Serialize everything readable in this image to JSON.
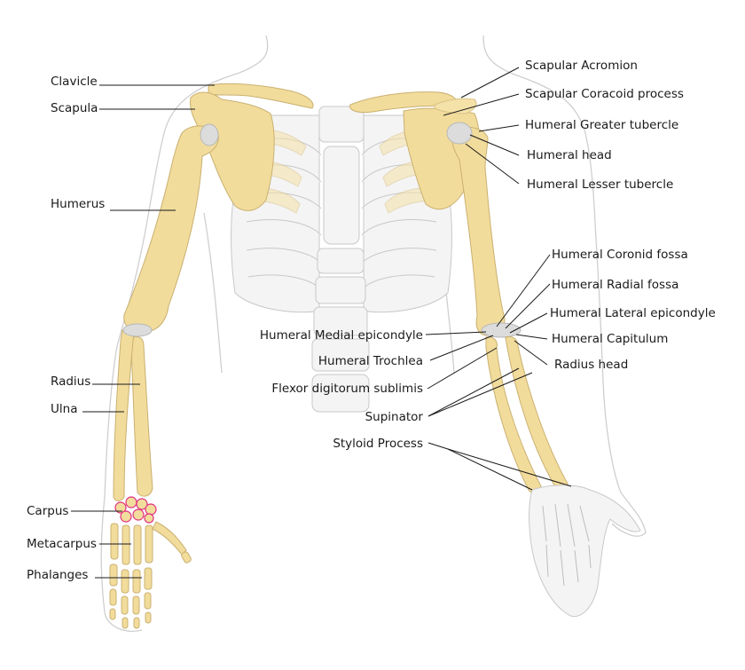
{
  "diagram": {
    "labels_left": [
      {
        "id": "clavicle",
        "text": "Clavicle"
      },
      {
        "id": "scapula",
        "text": "Scapula"
      },
      {
        "id": "humerus",
        "text": "Humerus"
      },
      {
        "id": "radius",
        "text": "Radius"
      },
      {
        "id": "ulna",
        "text": "Ulna"
      },
      {
        "id": "carpus",
        "text": "Carpus"
      },
      {
        "id": "metacarpus",
        "text": "Metacarpus"
      },
      {
        "id": "phalanges",
        "text": "Phalanges"
      }
    ],
    "labels_right": [
      {
        "id": "scapular-acromion",
        "text": "Scapular Acromion"
      },
      {
        "id": "scapular-coracoid",
        "text": "Scapular Coracoid process"
      },
      {
        "id": "humeral-greater-tubercle",
        "text": "Humeral Greater tubercle"
      },
      {
        "id": "humeral-head",
        "text": "Humeral head"
      },
      {
        "id": "humeral-lesser-tubercle",
        "text": "Humeral Lesser tubercle"
      },
      {
        "id": "humeral-coronid-fossa",
        "text": "Humeral Coronid fossa"
      },
      {
        "id": "humeral-radial-fossa",
        "text": "Humeral Radial fossa"
      },
      {
        "id": "humeral-lateral-epicondyle",
        "text": "Humeral Lateral epicondyle"
      },
      {
        "id": "humeral-capitulum",
        "text": "Humeral Capitulum"
      },
      {
        "id": "radius-head",
        "text": "Radius head"
      }
    ],
    "labels_center": [
      {
        "id": "humeral-medial-epicondyle",
        "text": "Humeral Medial epicondyle"
      },
      {
        "id": "humeral-trochlea",
        "text": "Humeral Trochlea"
      },
      {
        "id": "flexor-digitorum",
        "text": "Flexor digitorum sublimis"
      },
      {
        "id": "supinator",
        "text": "Supinator"
      },
      {
        "id": "styloid-process",
        "text": "Styloid Process"
      }
    ]
  },
  "colors": {
    "bone": "#f2dc9c",
    "outline_clavicle": "#4a6fd0",
    "outline_scapula": "#5fc85a",
    "outline_humerus": "#e03030",
    "outline_radius": "#c040c0",
    "outline_ulna": "#5ac8c8",
    "outline_carpus": "#e03080"
  }
}
